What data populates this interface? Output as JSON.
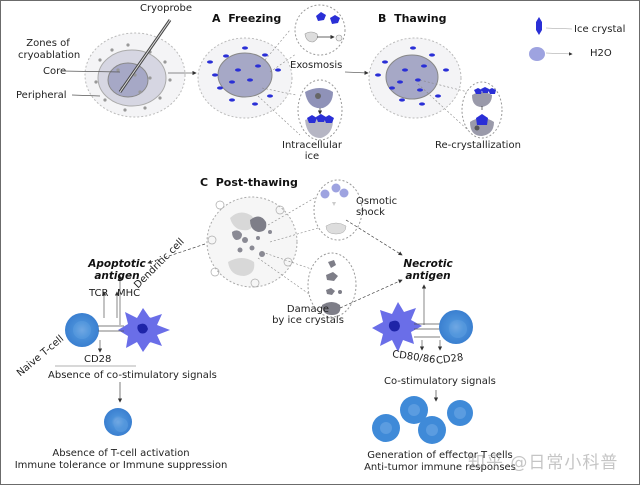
{
  "figure": {
    "panel_top": {
      "zones_label": "Zones of\ncryoablation",
      "probe_label": "Cryoprobe",
      "core_label": "Core",
      "peripheral_label": "Peripheral"
    },
    "panel_a": {
      "letter": "A",
      "title": "Freezing",
      "exosmosis_label": "Exosmosis",
      "intracellular_label": "Intracellular\nice"
    },
    "panel_b": {
      "letter": "B",
      "title": "Thawing",
      "recrystal_label": "Re-crystallization"
    },
    "legend": [
      {
        "icon": "ice-crystal-icon",
        "label": "Ice crystal",
        "color": "#2a2fd6"
      },
      {
        "icon": "water-droplet-icon",
        "label": "H2O",
        "color": "#9ea3e0"
      }
    ],
    "panel_c": {
      "letter": "C",
      "title": "Post-thawing",
      "osmotic_label": "Osmotic\nshock",
      "damage_label": "Damage\nby ice crystals",
      "apoptotic_label": "Apoptotic\nantigen",
      "necrotic_label": "Necrotic\nantigen",
      "tcr_label": "TCR",
      "mhc_label": "MHC",
      "dendritic_label": "Dendritic cell",
      "naive_label": "Naive T-cell",
      "cd28_left_label": "CD28",
      "cd80_label": "CD80/86",
      "cd28_right_label": "CD28",
      "absence_signals_label": "Absence of co-stimulatory signals",
      "costim_label": "Co-stimulatory signals",
      "outcome_left": "Absence of T-cell activation\nImmune tolerance or Immune suppression",
      "outcome_right": "Generation of effector T cells\nAnti-tumor immune responses"
    },
    "watermark": "知乎 @日常小科普",
    "colors": {
      "ice": "#2a2fd6",
      "water": "#9ea3e0",
      "tcell": "#3f8ad8",
      "dendritic": "#6a6ee8",
      "tissue_core": "#a6a8c6",
      "tissue_mid": "#c9c9d6"
    }
  }
}
